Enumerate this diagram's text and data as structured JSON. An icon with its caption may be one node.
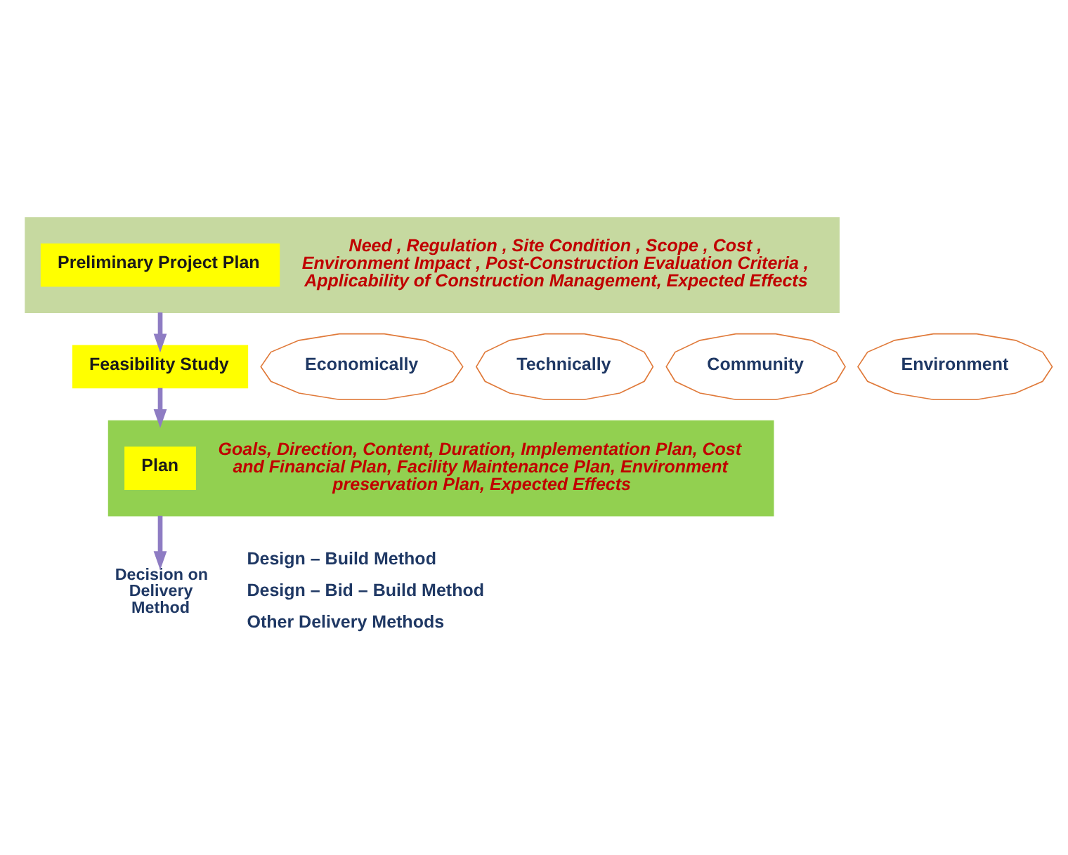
{
  "diagram": {
    "nodes": [
      {
        "text": [
          "Need , Regulation , Site Condition , Scope , Cost , Environment Impact , Post-Construction Evaluation Criteria , Applicability of Construction Management, Expected Effects"
        ]
      },
      {
        "text": [
          "Preliminary Project Plan"
        ],
        "in": 0
      },
      {
        "text": [
          "Feasibility Study"
        ]
      },
      {
        "text": [
          "Economically"
        ]
      },
      {
        "text": [
          "Technically"
        ]
      },
      {
        "text": [
          "Community"
        ]
      },
      {
        "text": [
          "Environment"
        ]
      },
      {
        "text": [
          "Goals, Direction, Content, Duration, Implementation Plan, Cost and Financial Plan, Facility Maintenance Plan, Environment preservation Plan, Expected Effects"
        ]
      },
      {
        "text": [
          "Plan"
        ],
        "in": 7
      },
      {
        "text": [
          "Decision on Delivery Method"
        ]
      }
    ],
    "edges": [
      {
        "from": 0,
        "to": 2,
        "arrow": "to"
      },
      {
        "from": 2,
        "to": 7,
        "arrow": "to"
      },
      {
        "from": 7,
        "to": 9,
        "arrow": "to"
      }
    ],
    "labels": [
      "Design – Build Method",
      "Design – Bid – Build Method",
      "Other Delivery Methods"
    ]
  }
}
